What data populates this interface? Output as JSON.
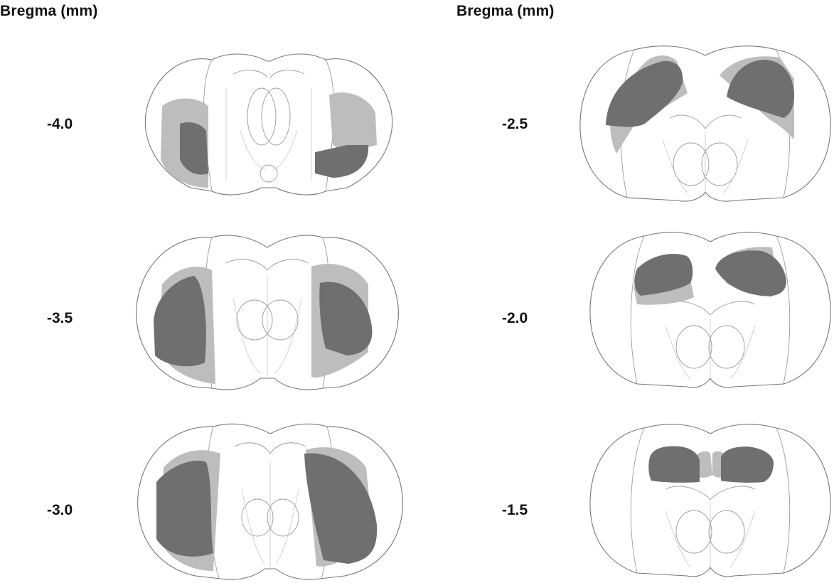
{
  "headers": {
    "left": "Bregma (mm)",
    "right": "Bregma (mm)"
  },
  "colors": {
    "dark_region": "#6f6f6f",
    "light_region": "#bdbdbd",
    "outline": "#777777"
  },
  "sections": [
    {
      "label": "-4.0"
    },
    {
      "label": "-3.5"
    },
    {
      "label": "-3.0"
    },
    {
      "label": "-2.5"
    },
    {
      "label": "-2.0"
    },
    {
      "label": "-1.5"
    }
  ]
}
